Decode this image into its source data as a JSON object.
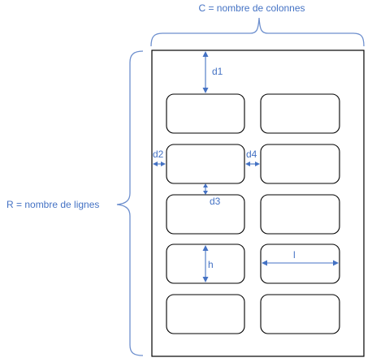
{
  "labels": {
    "columns": "C = nombre de colonnes",
    "rows": "R = nombre de lignes",
    "d1": "d1",
    "d2": "d2",
    "d3": "d3",
    "d4": "d4",
    "h": "h",
    "l": "l"
  },
  "grid": {
    "columns": 2,
    "rows": 5
  },
  "colors": {
    "annotation": "#4472c4",
    "brace": "#6d8fce",
    "outline": "#000000"
  }
}
